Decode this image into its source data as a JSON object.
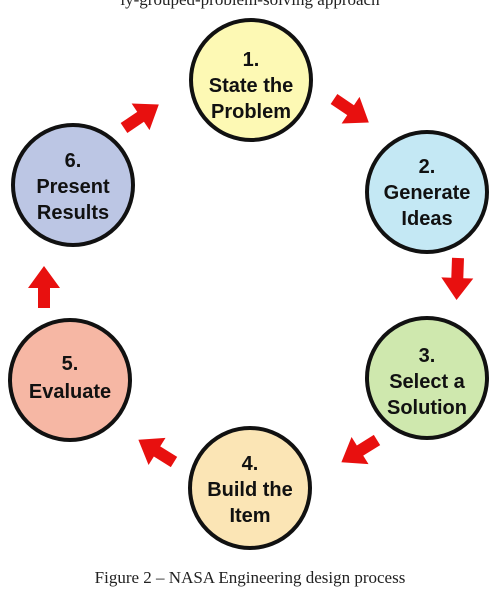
{
  "top_text": "ly-grouped-problem-solving approach",
  "caption": "Figure 2 – NASA Engineering design process",
  "colors": {
    "arrow": "#e8100f",
    "node_1": "#fdf9b4",
    "node_2": "#c4e8f4",
    "node_3": "#cfe8ae",
    "node_4": "#fbe5b5",
    "node_5": "#f6b7a4",
    "node_6": "#bcc6e4"
  },
  "nodes": [
    {
      "number": "1.",
      "lines": [
        "State the",
        "Problem"
      ]
    },
    {
      "number": "2.",
      "lines": [
        "Generate",
        "Ideas"
      ]
    },
    {
      "number": "3.",
      "lines": [
        "Select a",
        "Solution"
      ]
    },
    {
      "number": "4.",
      "lines": [
        "Build the",
        "Item"
      ]
    },
    {
      "number": "5.",
      "lines": [
        "Evaluate"
      ]
    },
    {
      "number": "6.",
      "lines": [
        "Present",
        "Results"
      ]
    }
  ]
}
